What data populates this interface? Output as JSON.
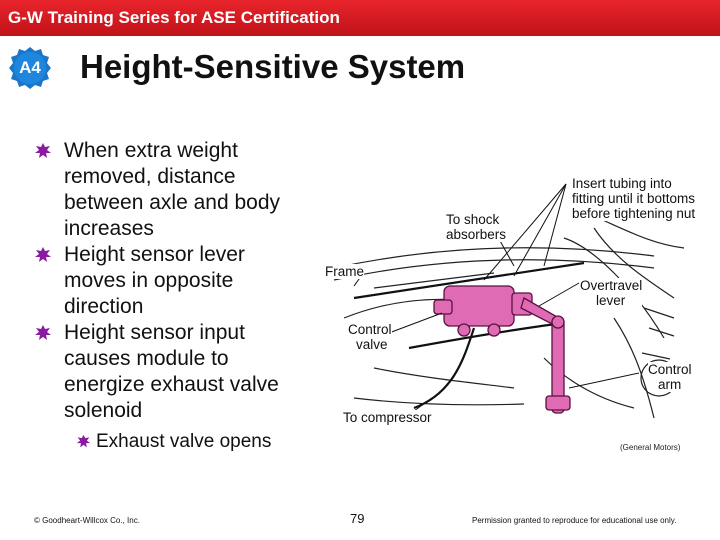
{
  "header": {
    "series_title": "G-W Training Series for ASE Certification"
  },
  "badge": {
    "label": "A4"
  },
  "slide": {
    "title": "Height-Sensitive System",
    "bullets": [
      {
        "lines": [
          "When extra weight",
          "removed, distance",
          "between axle and body",
          "increases"
        ]
      },
      {
        "lines": [
          "Height sensor lever",
          "moves in opposite",
          "direction"
        ]
      },
      {
        "lines": [
          "Height sensor input",
          "causes module to",
          "energize exhaust valve",
          "solenoid"
        ]
      }
    ],
    "sub_bullet": "Exhaust valve opens"
  },
  "diagram": {
    "labels": {
      "insert_tubing": [
        "Insert tubing into",
        "fitting until it bottoms",
        "before tightening nut"
      ],
      "to_shock": [
        "To shock",
        "absorbers"
      ],
      "frame": "Frame",
      "overtravel": [
        "Overtravel",
        "lever"
      ],
      "control_valve": [
        "Control",
        "valve"
      ],
      "control_arm": [
        "Control",
        "arm"
      ],
      "to_compressor": "To compressor"
    },
    "credit": "(General Motors)"
  },
  "footer": {
    "copyright": "© Goodheart-Willcox Co., Inc.",
    "page_number": "79",
    "permission": "Permission granted to reproduce for educational use only."
  },
  "colors": {
    "header_red": "#d31920",
    "badge_blue": "#1a76c9",
    "bullet_purple": "#8a1aa0",
    "part_pink": "#e06bb5"
  }
}
